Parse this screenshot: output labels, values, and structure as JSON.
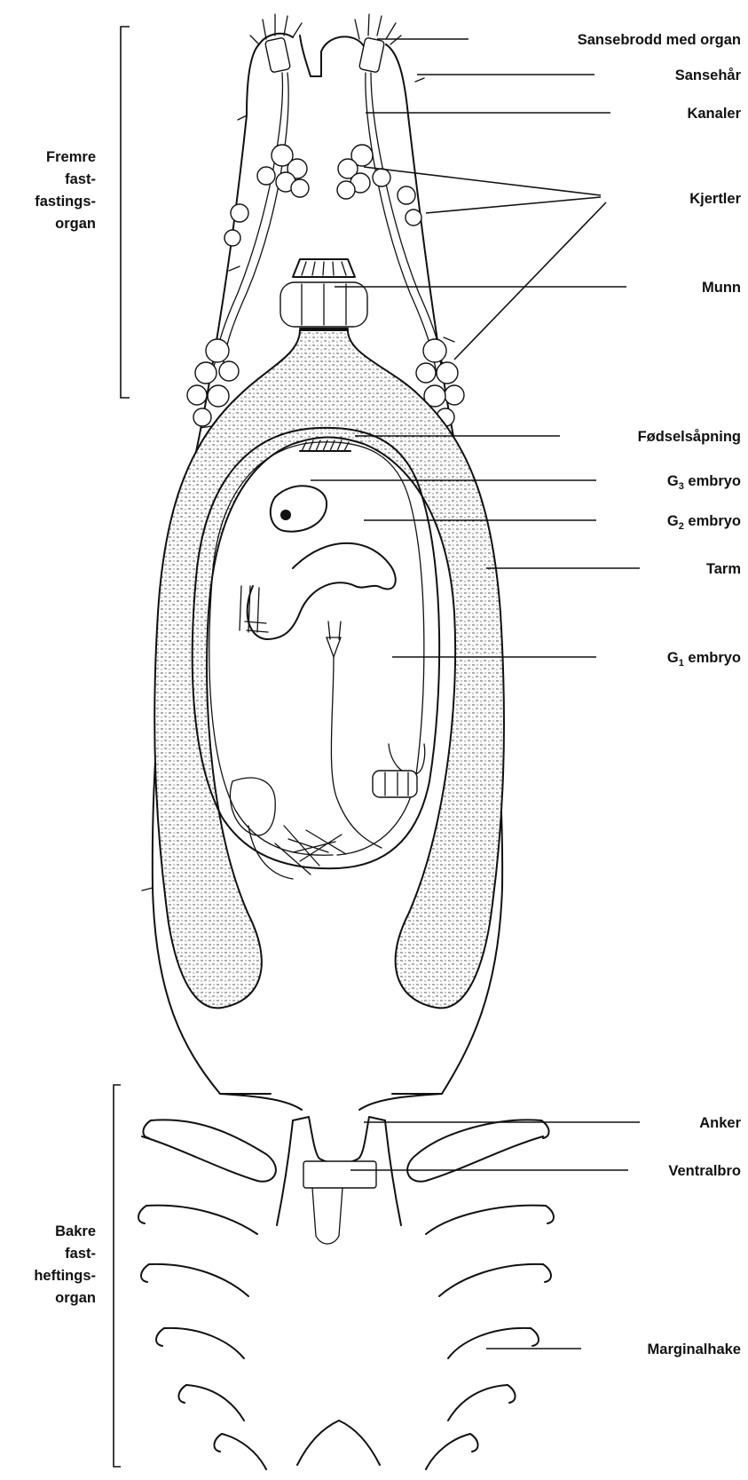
{
  "brackets": {
    "front": {
      "lines": [
        "Fremre",
        "fast-",
        "fastings-",
        "organ"
      ]
    },
    "rear": {
      "lines": [
        "Bakre",
        "fast-",
        "heftings-",
        "organ"
      ]
    }
  },
  "labels": {
    "sense_spine": "Sansebrodd med organ",
    "sense_hair": "Sansehår",
    "canals": "Kanaler",
    "glands": "Kjertler",
    "mouth": "Munn",
    "birth_opening": "Fødselsåpning",
    "g3_prefix": "G",
    "g3_sub": "3",
    "g3_suffix": " embryo",
    "g2_prefix": "G",
    "g2_sub": "2",
    "g2_suffix": " embryo",
    "gut": "Tarm",
    "g1_prefix": "G",
    "g1_sub": "1",
    "g1_suffix": " embryo",
    "anchor": "Anker",
    "ventral_bar": "Ventralbro",
    "marginal_hook": "Marginalhake"
  }
}
